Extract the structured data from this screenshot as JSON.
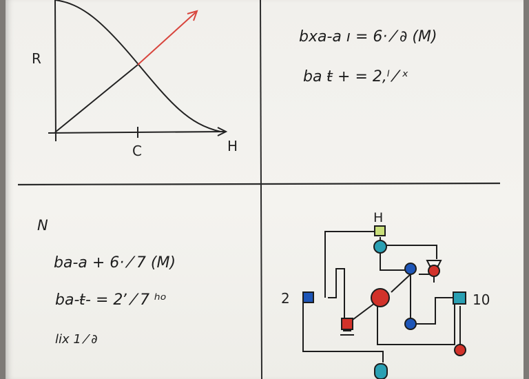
{
  "graph_panel": {
    "y_label": "R",
    "x_tick_label": "C",
    "x_axis_label": "H"
  },
  "top_equations": {
    "line1": "bxa-a ı = 6· ⁄ ∂ (M)",
    "line2": "ba ŧ + = 2‚ˡ ⁄ ˣ"
  },
  "bottom_equations": {
    "heading": "N",
    "line1": "ba-a + 6· ⁄ 7 (M)",
    "line2": "ba-ŧ- = 2ʼ ⁄ 7 ʰᵒ",
    "line3": "lix 1 ⁄ ∂"
  },
  "circuit": {
    "top_label": "H",
    "left_label": "2",
    "right_label": "10",
    "colors": {
      "ink": "#1c1c1c",
      "blue": "#1e56b8",
      "red": "#d2322a",
      "teal": "#2aa0b3",
      "green_yellow": "#c9df7a"
    }
  }
}
